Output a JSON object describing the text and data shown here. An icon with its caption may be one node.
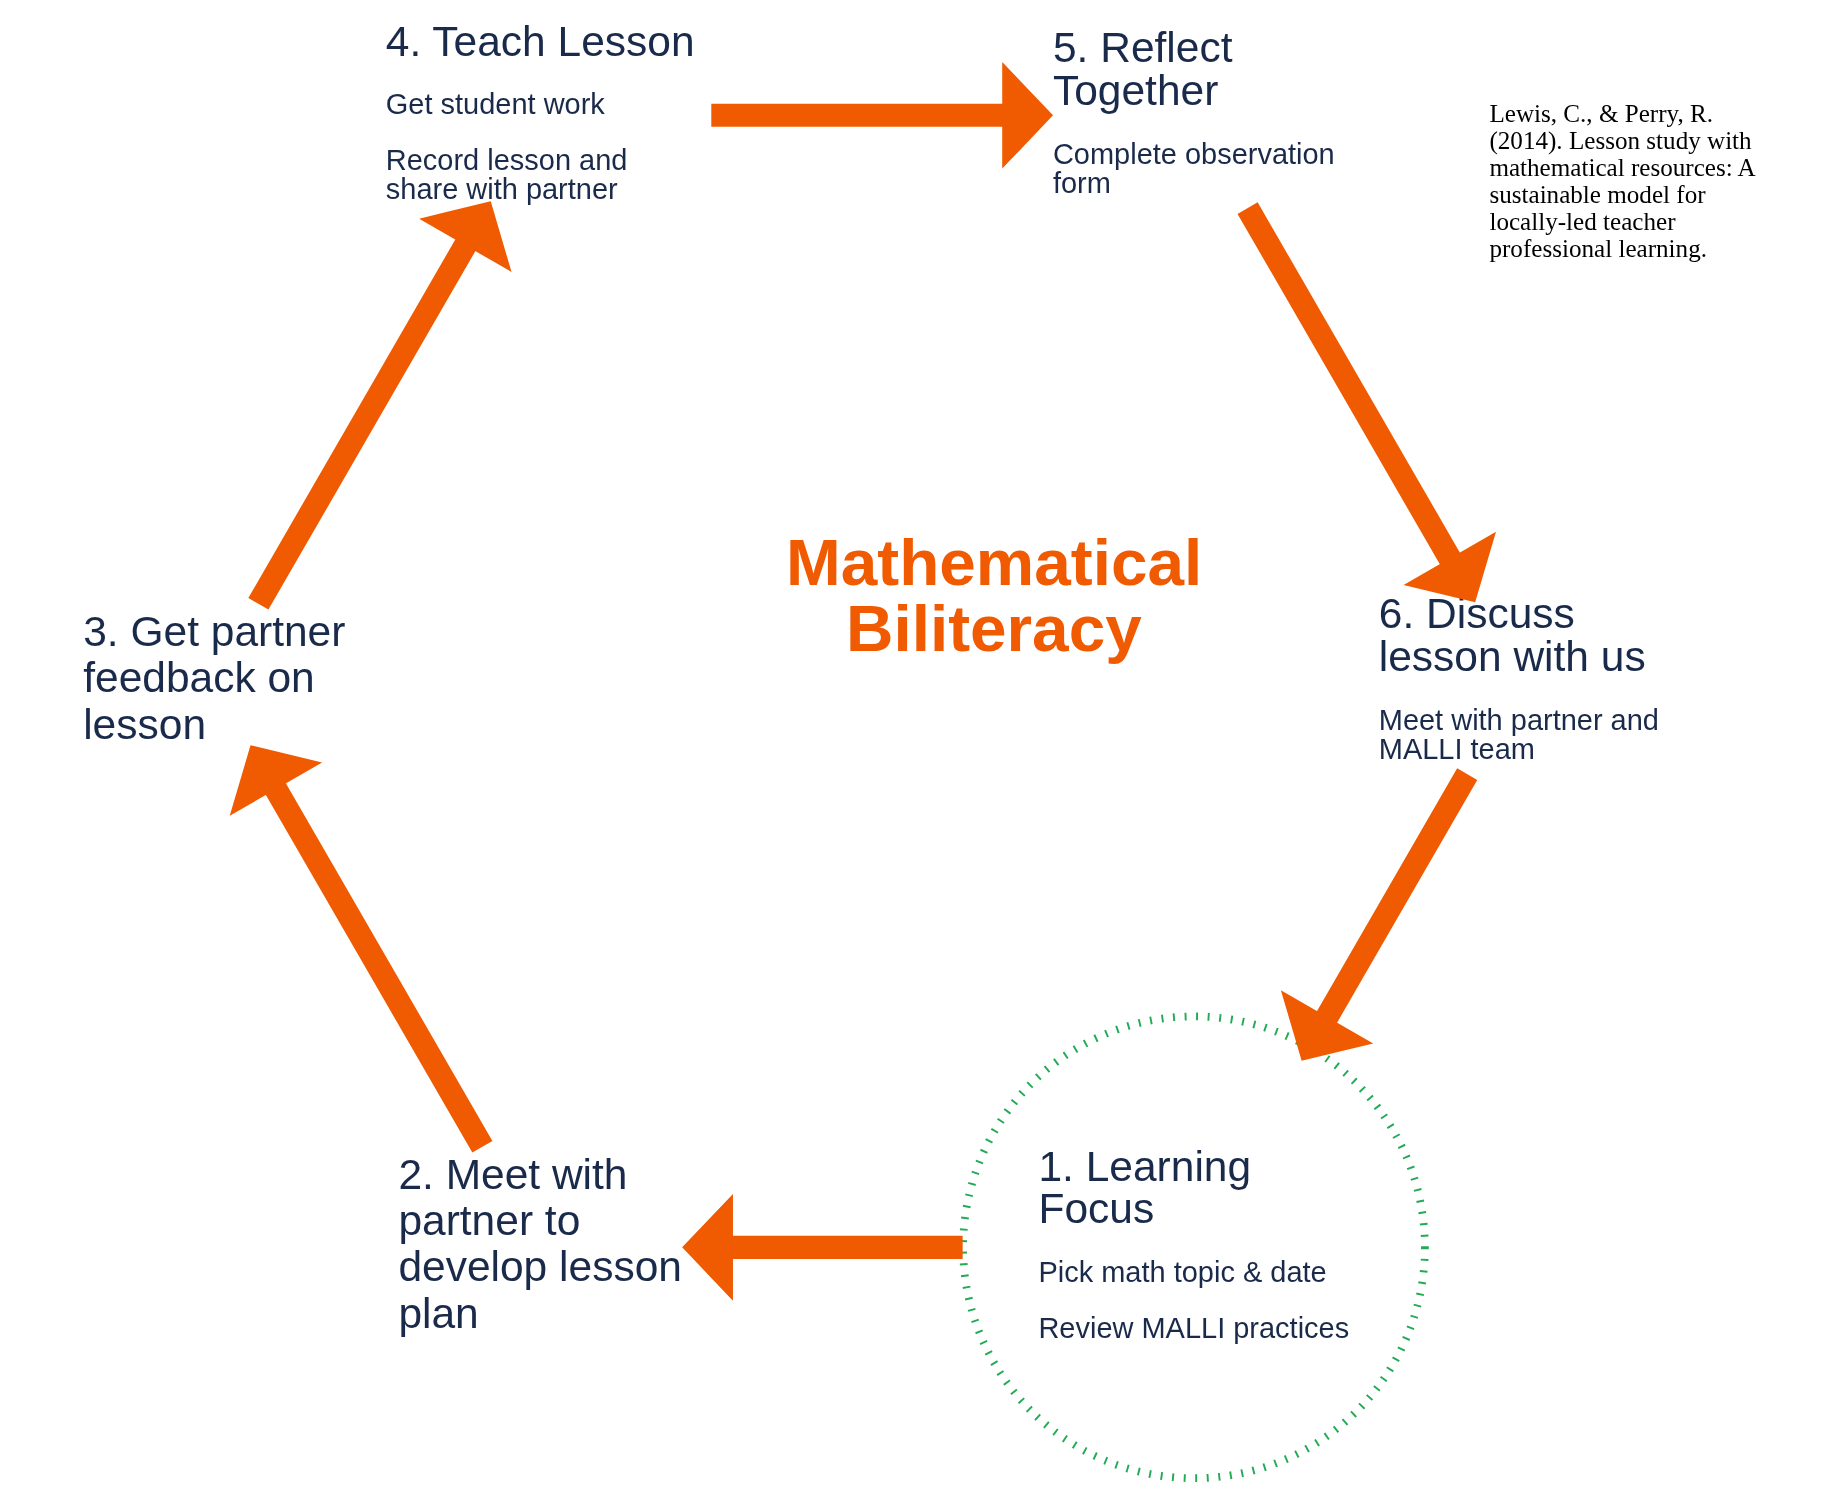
{
  "diagram": {
    "nodes": [
      {
        "text": [
          "1. Learning Focus",
          "Pick math topic & date",
          "Review MALLI practices"
        ]
      },
      {
        "text": [
          "2. Meet with partner to develop lesson plan"
        ]
      },
      {
        "text": [
          "3. Get partner feedback on lesson"
        ]
      },
      {
        "text": [
          "4. Teach Lesson",
          "Get student work",
          "Record lesson and share with partner"
        ]
      },
      {
        "text": [
          "5. Reflect Together",
          "Complete observation form"
        ]
      },
      {
        "text": [
          "6. Discuss lesson with us",
          "Meet with partner and MALLI team"
        ]
      }
    ],
    "edges": [
      {
        "from": 0,
        "to": 1,
        "arrow": "to"
      },
      {
        "from": 1,
        "to": 2,
        "arrow": "to"
      },
      {
        "from": 2,
        "to": 3,
        "arrow": "to"
      },
      {
        "from": 3,
        "to": 4,
        "arrow": "to"
      },
      {
        "from": 4,
        "to": 5,
        "arrow": "to"
      },
      {
        "from": 5,
        "to": 0,
        "arrow": "to"
      }
    ],
    "labels": [
      "Mathematical Biliteracy",
      "Lewis, C., & Perry, R. (2014). Lesson study with mathematical resources: A sustainable model for locally-led teacher professional learning."
    ]
  }
}
